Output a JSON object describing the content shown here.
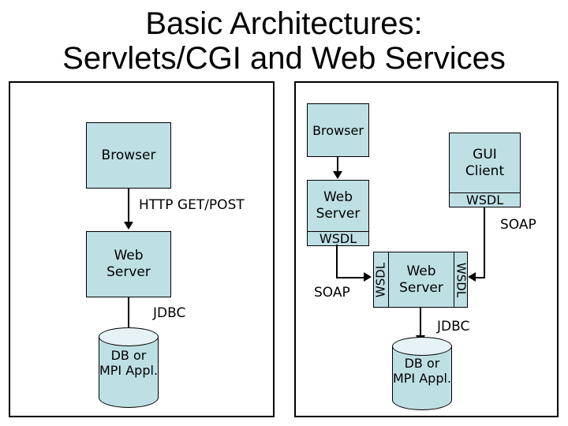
{
  "title": {
    "line1": "Basic Architectures:",
    "line2": "Servlets/CGI and Web Services"
  },
  "colors": {
    "box_fill": "#BEDFE4",
    "cylinder_top_fill": "#E6F2F5",
    "line_color": "#000000",
    "text": "#000000",
    "panel_background": "#FFFFFF"
  },
  "left_diagram": {
    "browser": "Browser",
    "http_label": "HTTP GET/POST",
    "server_line1": "Web",
    "server_line2": "Server",
    "jdbc_label": "JDBC",
    "db_line1": "DB",
    "db_line2": "or MPI",
    "db_line3": "Appl."
  },
  "right_diagram": {
    "browser": "Browser",
    "gui_line1": "GUI",
    "gui_line2": "Client",
    "gui_wsdl": "WSDL",
    "top_server_line1": "Web",
    "top_server_line2": "Server",
    "top_server_wsdl": "WSDL",
    "soap_upper": "SOAP",
    "soap_lower": "SOAP",
    "hub_wsdl_left": "WSDL",
    "hub_server_line1": "Web",
    "hub_server_line2": "Server",
    "hub_wsdl_right": "WSDL",
    "jdbc_label": "JDBC",
    "db_line1": "DB",
    "db_line2": "or MPI",
    "db_line3": "Appl."
  }
}
